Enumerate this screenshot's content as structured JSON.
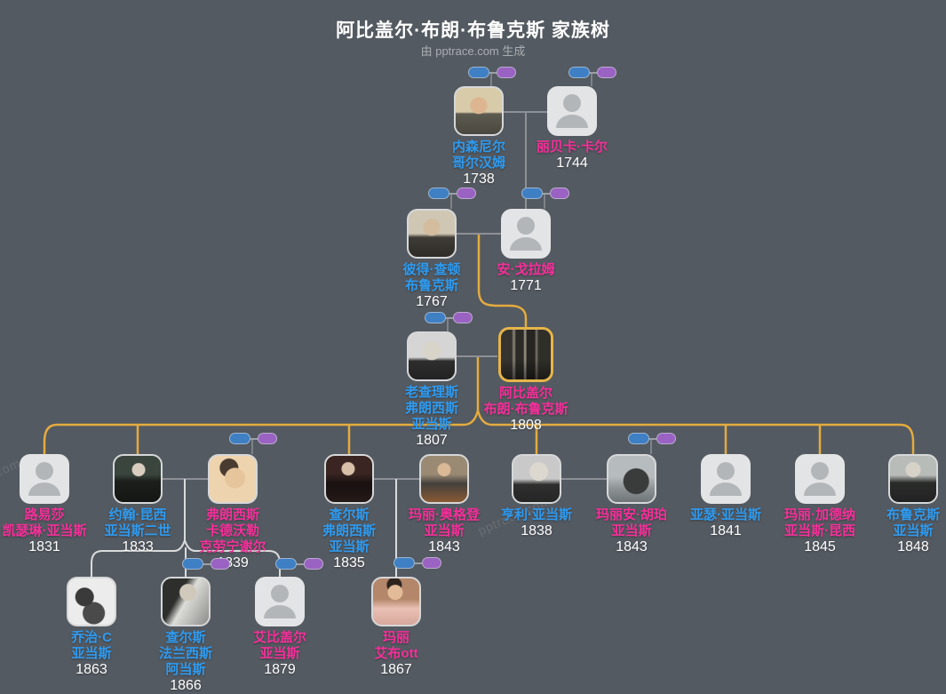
{
  "header": {
    "title": "阿比盖尔·布朗·布鲁克斯 家族树",
    "subtitle": "由 pptrace.com 生成"
  },
  "watermark": {
    "text": "pptrace.com"
  },
  "colors": {
    "background": "#545a61",
    "male_name": "#2f9bf0",
    "female_name": "#f5309a",
    "year_text": "#ffffff",
    "title_text": "#ffffff",
    "subtitle_text": "#a9aeb3",
    "focal_border": "#e6b54a",
    "lineage_line": "#e4ab3f",
    "couple_line": "#8d9197",
    "descendant_line": "#dadbdc",
    "pill_father": "#3f7fc4",
    "pill_mother": "#9a62c2",
    "node_frame": "#d6d7d8",
    "placeholder_bg": "#e3e4e5",
    "placeholder_icon": "#b3b6b9"
  },
  "people": [
    {
      "id": "nathaniel-gorham",
      "name_lines": [
        "内森尼尔",
        "哥尔汉姆"
      ],
      "year": "1738",
      "gender": "male",
      "node": "portrait",
      "highlighted": false
    },
    {
      "id": "rebecca-call",
      "name_lines": [
        "丽贝卡·卡尔"
      ],
      "year": "1744",
      "gender": "female",
      "node": "placeholder",
      "highlighted": false
    },
    {
      "id": "peter-chardon",
      "name_lines": [
        "彼得·查顿",
        "布鲁克斯"
      ],
      "year": "1767",
      "gender": "male",
      "node": "portrait",
      "highlighted": false
    },
    {
      "id": "ann-gorham",
      "name_lines": [
        "安·戈拉姆"
      ],
      "year": "1771",
      "gender": "female",
      "node": "placeholder",
      "highlighted": false
    },
    {
      "id": "charles-sr",
      "name_lines": [
        "老查理斯",
        "弗朗西斯",
        "亚当斯"
      ],
      "year": "1807",
      "gender": "male",
      "node": "portrait",
      "highlighted": false
    },
    {
      "id": "abigail-brooks",
      "name_lines": [
        "阿比盖尔",
        "布朗·布鲁克斯"
      ],
      "year": "1808",
      "gender": "female",
      "node": "portrait",
      "highlighted": true
    },
    {
      "id": "louisa",
      "name_lines": [
        "路易莎",
        "凯瑟琳·亚当斯"
      ],
      "year": "1831",
      "gender": "female",
      "node": "placeholder",
      "highlighted": false
    },
    {
      "id": "john-quincy-ii",
      "name_lines": [
        "约翰·昆西",
        "亚当斯二世"
      ],
      "year": "1833",
      "gender": "male",
      "node": "portrait",
      "highlighted": false
    },
    {
      "id": "frances-cadwalader",
      "name_lines": [
        "弗朗西斯",
        "卡德沃勒",
        "克劳宁谢尔"
      ],
      "year": "1839",
      "gender": "female",
      "node": "portrait",
      "highlighted": false
    },
    {
      "id": "charles-francis",
      "name_lines": [
        "查尔斯",
        "弗朗西斯",
        "亚当斯"
      ],
      "year": "1835",
      "gender": "male",
      "node": "portrait",
      "highlighted": false
    },
    {
      "id": "mary-ogden",
      "name_lines": [
        "玛丽·奥格登",
        "亚当斯"
      ],
      "year": "1843",
      "gender": "female",
      "node": "portrait",
      "highlighted": false
    },
    {
      "id": "henry-adams",
      "name_lines": [
        "亨利·亚当斯"
      ],
      "year": "1838",
      "gender": "male",
      "node": "portrait",
      "highlighted": false
    },
    {
      "id": "marian-hooper",
      "name_lines": [
        "玛丽安·胡珀",
        "亚当斯"
      ],
      "year": "1843",
      "gender": "female",
      "node": "portrait",
      "highlighted": false
    },
    {
      "id": "arthur-adams",
      "name_lines": [
        "亚瑟·亚当斯"
      ],
      "year": "1841",
      "gender": "male",
      "node": "placeholder",
      "highlighted": false
    },
    {
      "id": "mary-gardner",
      "name_lines": [
        "玛丽·加德纳",
        "亚当斯·昆西"
      ],
      "year": "1845",
      "gender": "female",
      "node": "placeholder",
      "highlighted": false
    },
    {
      "id": "brooks-adams",
      "name_lines": [
        "布鲁克斯",
        "亚当斯"
      ],
      "year": "1848",
      "gender": "male",
      "node": "portrait",
      "highlighted": false
    },
    {
      "id": "george-c",
      "name_lines": [
        "乔治·C",
        "亚当斯"
      ],
      "year": "1863",
      "gender": "male",
      "node": "portrait",
      "highlighted": false
    },
    {
      "id": "charles-francis-2",
      "name_lines": [
        "查尔斯",
        "法兰西斯",
        "阿当斯"
      ],
      "year": "1866",
      "gender": "male",
      "node": "portrait",
      "highlighted": false
    },
    {
      "id": "abigail-adams",
      "name_lines": [
        "艾比盖尔",
        "亚当斯"
      ],
      "year": "1879",
      "gender": "female",
      "node": "placeholder",
      "highlighted": false
    },
    {
      "id": "mary-abbott",
      "name_lines": [
        "玛丽",
        "艾布ott"
      ],
      "year": "1867",
      "gender": "female",
      "node": "portrait",
      "highlighted": false
    }
  ]
}
